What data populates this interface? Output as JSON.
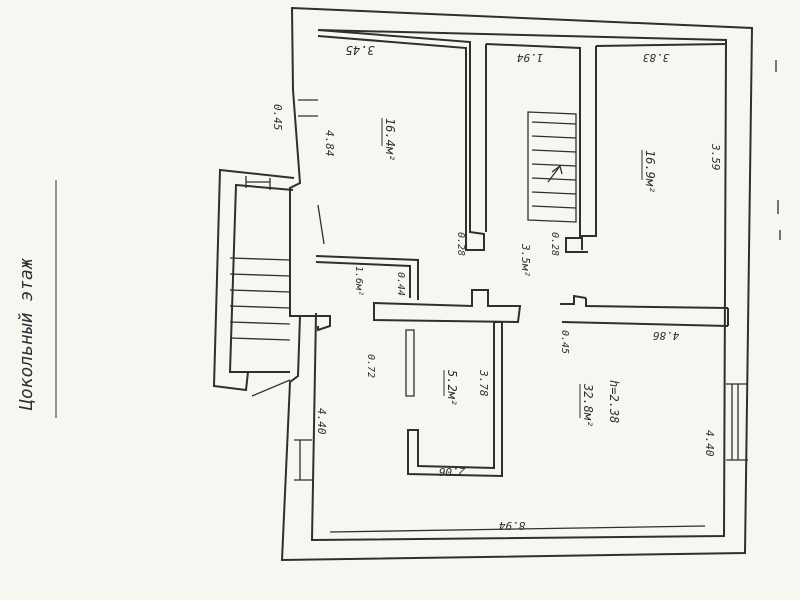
{
  "plan": {
    "title": "Цокольный этаж",
    "labels": {
      "room_top_left_width": "3.45",
      "room_top_left_height": "4.84",
      "room_top_left_area": "16.4м²",
      "exterior_wall_thickness": "0.45",
      "stair_hall_width": "1.94",
      "stair_hall_area": "3.5м²",
      "room_top_right_width": "3.83",
      "room_top_right_area": "16.9м²",
      "room_top_right_height": "3.59",
      "partition_left": "0.28",
      "partition_right": "0.28",
      "small_room_area": "1.6м²",
      "small_room_size": "0.44",
      "partition_corridor": "0.72",
      "corridor_area": "5.2м²",
      "corridor_length": "3.78",
      "corridor_width": "2.06",
      "interior_wall_thickness": "0.45",
      "room_bottom_right_width": "4.86",
      "room_bottom_right_area": "32.8м²",
      "ceiling_height": "h=2.38",
      "left_wall_length": "4.40",
      "right_wall_length": "4.40",
      "overall_width": "8.94"
    }
  }
}
